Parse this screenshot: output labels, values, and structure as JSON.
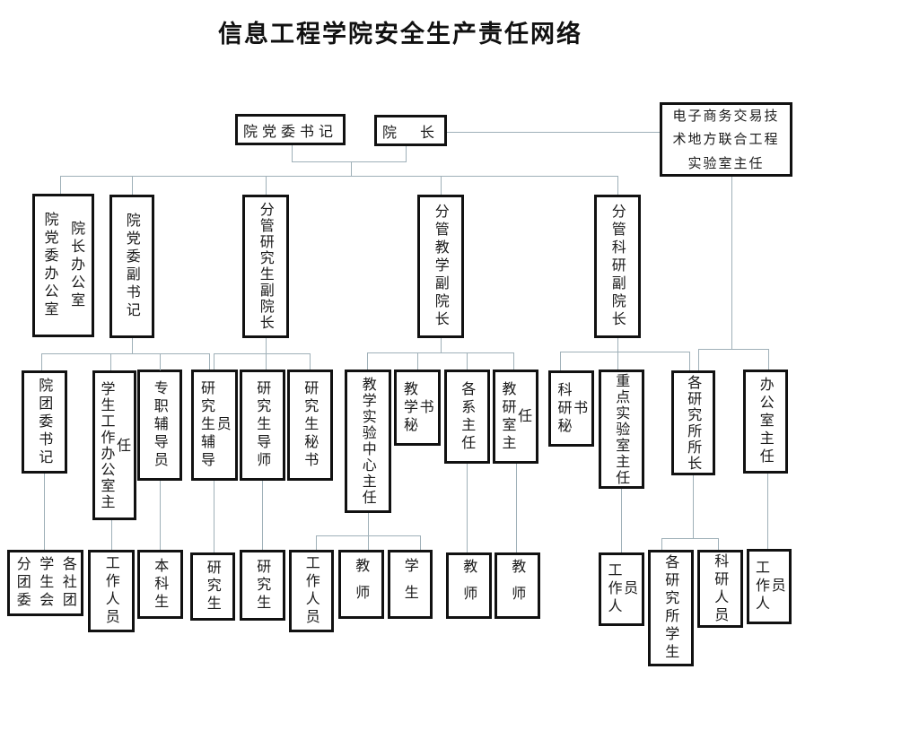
{
  "title": "信息工程学院安全生产责任网络",
  "colors": {
    "line": "#9fb0b8",
    "box_border": "#111111",
    "background": "#ffffff",
    "text": "#1a1a1a"
  },
  "chart": {
    "l1": {
      "party_secretary": "院党委书记",
      "dean": "院　长",
      "elab_lines": [
        "电子商务交易技",
        "术地方联合工程",
        "实验室主任"
      ]
    },
    "l2": {
      "offices_cols": [
        "院党委办公室",
        "院长办公室"
      ],
      "deputy_party_secretary": "院党委副书记",
      "vice_dean_graduate": "分管研究生副院长",
      "vice_dean_teaching": "分管教学副院长",
      "vice_dean_research": "分管科研副院长"
    },
    "l3": {
      "youth_league_secretary": "院团委书记",
      "student_affairs_office_director": "学生工作办公室主任",
      "fulltime_counselors": "专职辅导员",
      "graduate_counselors": "研究生辅导员",
      "graduate_supervisors": "研究生导师",
      "graduate_secretary": "研究生秘书",
      "teaching_lab_center_director": "教学实验中心主任",
      "teaching_secretary": "教学秘书",
      "department_heads": "各系主任",
      "teaching_research_section_heads": "教研室主任",
      "research_secretary": "科研秘书",
      "key_lab_director": "重点实验室主任",
      "institute_directors": "各研究所所长",
      "office_director": "办公室主任"
    },
    "l4": {
      "league_cols": [
        "分团委",
        "学生会",
        "各社团"
      ],
      "staff1": "工作人员",
      "undergraduates": "本科生",
      "graduates1": "研究生",
      "graduates2": "研究生",
      "staff2": "工作人员",
      "teachers1": "教师",
      "students": "学生",
      "teachers2": "教师",
      "teachers3": "教师",
      "staff3": "工作人员",
      "institute_students": "各研究所学生",
      "research_staff": "科研人员",
      "staff4": "工作人员"
    }
  }
}
